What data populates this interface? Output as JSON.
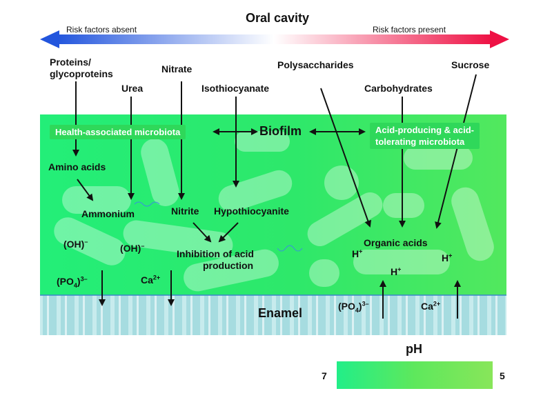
{
  "title": "Oral cavity",
  "risk_absent": "Risk factors absent",
  "risk_present": "Risk factors present",
  "inputs": {
    "proteins": "Proteins/",
    "glycoproteins": "glycoproteins",
    "urea": "Urea",
    "nitrate": "Nitrate",
    "isothiocyanate": "Isothiocyanate",
    "polysaccharides": "Polysaccharides",
    "carbohydrates": "Carbohydrates",
    "sucrose": "Sucrose"
  },
  "boxes": {
    "health": "Health-associated microbiota",
    "acid_line1": "Acid-producing & acid-",
    "acid_line2": "tolerating microbiota"
  },
  "biofilm": "Biofilm",
  "products": {
    "amino_acids": "Amino acids",
    "ammonium": "Ammonium",
    "nitrite": "Nitrite",
    "hypothiocyanite": "Hypothiocyanite",
    "inhibition_line1": "Inhibition of acid",
    "inhibition_line2": "production",
    "organic_acids": "Organic acids"
  },
  "ions": {
    "oh_base": "(OH)",
    "oh_sup": "–",
    "po4_base": "(PO",
    "po4_sub": "4",
    "po4_close": ")",
    "po4_sup": "3–",
    "ca_base": "Ca",
    "ca_sup": "2+",
    "h_base": "H",
    "h_sup": "+"
  },
  "enamel": "Enamel",
  "ph": {
    "label": "pH",
    "left": "7",
    "right": "5"
  },
  "colors": {
    "arrow_left": "#2255dd",
    "arrow_right": "#ee1144",
    "biofilm": "#22ee77",
    "box": "#2fd85a",
    "enamel": "#a6dce0"
  }
}
